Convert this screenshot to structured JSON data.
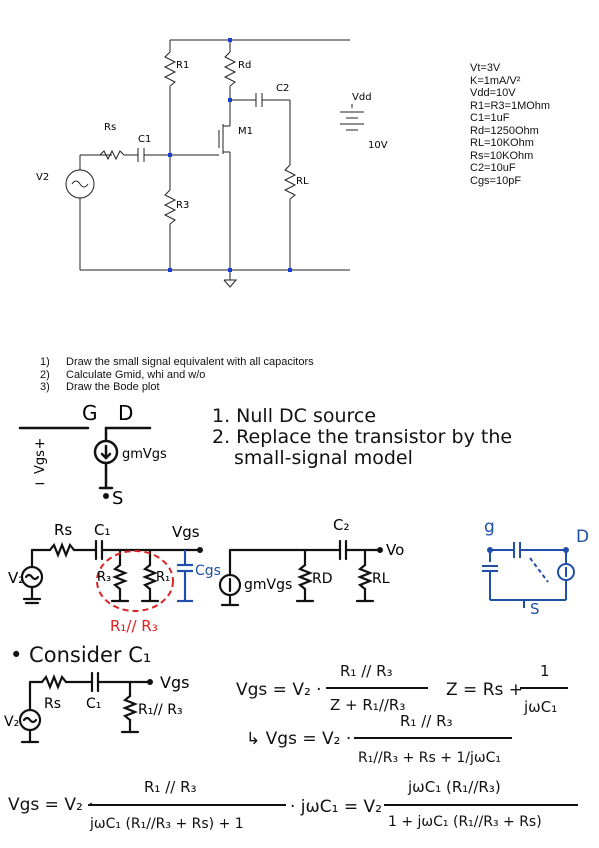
{
  "schematic": {
    "labels": {
      "r1": "R1",
      "rd": "Rd",
      "c2": "C2",
      "vdd": "Vdd",
      "rs": "Rs",
      "c1": "C1",
      "m1": "M1",
      "v10": "10V",
      "v2": "V2",
      "rl": "RL",
      "r3": "R3",
      "vs": "V2"
    }
  },
  "parameters": [
    "Vt=3V",
    "K=1mA/V²",
    "Vdd=10V",
    "R1=R3=1MOhm",
    "C1=1uF",
    "Rd=1250Ohm",
    "RL=10KOhm",
    "Rs=10KOhm",
    "C2=10uF",
    "Cgs=10pF"
  ],
  "tasks": [
    {
      "num": "1)",
      "text": "Draw the small signal equivalent with all capacitors"
    },
    {
      "num": "2)",
      "text": "Calculate Gmid, whi and w/o"
    },
    {
      "num": "3)",
      "text": "Draw the Bode plot"
    }
  ],
  "notes": {
    "step1": "1. Null DC source",
    "step2": "2. Replace the transistor by the",
    "step2b": "small-signal model",
    "consider": "• Consider C₁"
  },
  "model": {
    "g": "G",
    "d": "D",
    "s": "S",
    "plus": "+",
    "vgs": "Vgs",
    "minus": "−",
    "gmvgs": "gmVgs"
  },
  "equivalent": {
    "rs": "Rs",
    "c1": "C₁",
    "vgs": "Vgs",
    "c2": "C₂",
    "vo": "Vo",
    "v2": "V₂",
    "r3": "R₃",
    "r1": "R₁",
    "cgs": "Cgs",
    "gmvgs": "gmVgs",
    "rd": "RD",
    "rl": "RL",
    "r1r3": "R₁// R₃"
  },
  "blue_model": {
    "g": "g",
    "d": "D",
    "s": "S"
  },
  "c1_circuit": {
    "rs": "Rs",
    "c1": "C₁",
    "r1r3": "R₁// R₃",
    "vgs": "Vgs",
    "v2": "V₂"
  },
  "equations": {
    "eq1_lhs": "Vgs = V₂ ·",
    "eq1_num": "R₁ // R₃",
    "eq1_den": "Z + R₁//R₃",
    "z_lhs": "Z = Rs +",
    "z_num": "1",
    "z_den": "jωC₁",
    "eq2_lhs": "↳ Vgs = V₂ ·",
    "eq2_num": "R₁ // R₃",
    "eq2_den": "R₁//R₃ + Rs + 1/jωC₁",
    "eq3_lhs": "Vgs = V₂ ·",
    "eq3_num": "R₁ // R₃",
    "eq3_den": "jωC₁ (R₁//R₃ + Rs) + 1",
    "eq3_mid": "· jωC₁ = V₂",
    "eq3_num2": "jωC₁ (R₁//R₃)",
    "eq3_den2": "1 + jωC₁ (R₁//R₃ + Rs)"
  }
}
